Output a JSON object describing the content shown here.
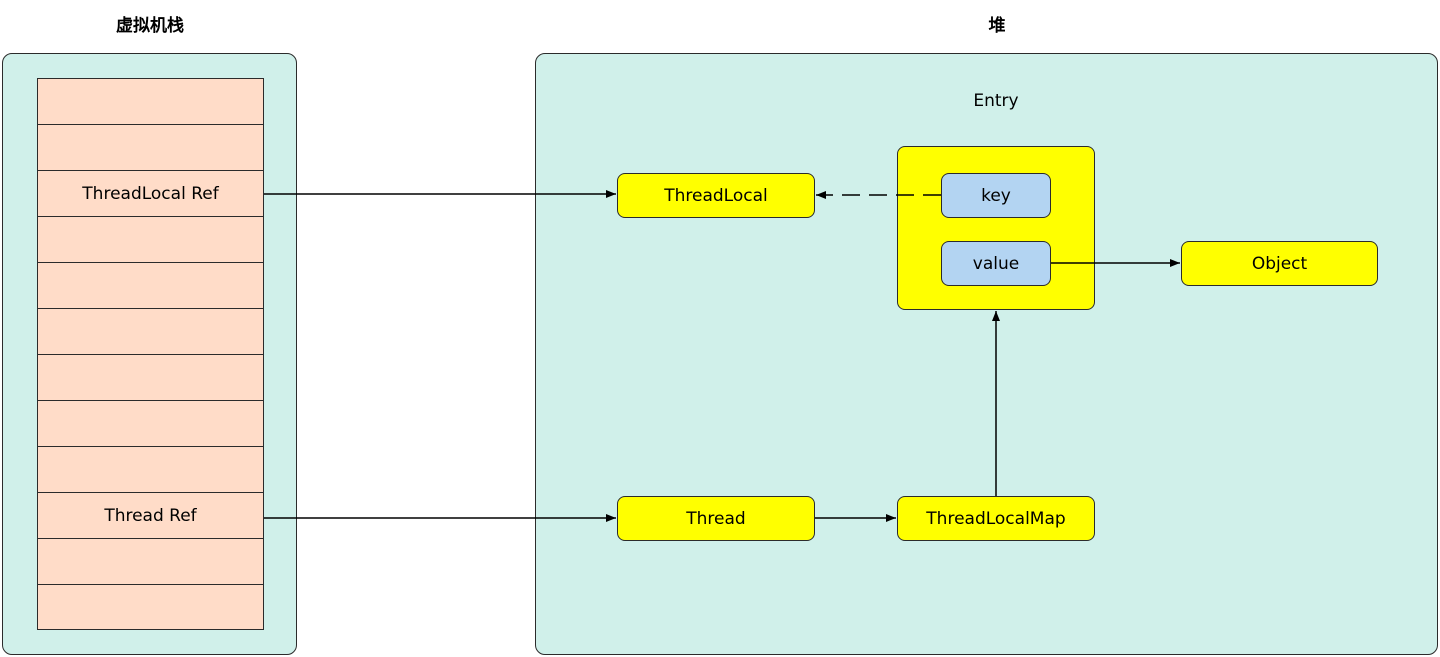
{
  "titles": {
    "stack": "虚拟机栈",
    "heap": "堆"
  },
  "stack_frames": [
    "",
    "",
    "ThreadLocal Ref",
    "",
    "",
    "",
    "",
    "",
    "",
    "Thread Ref",
    "",
    ""
  ],
  "heap": {
    "entry_label": "Entry",
    "threadlocal": "ThreadLocal",
    "key": "key",
    "value": "value",
    "object": "Object",
    "thread": "Thread",
    "threadlocalmap": "ThreadLocalMap"
  },
  "colors": {
    "panel": "#d0f0ea",
    "stack_frame": "#ffdcc8",
    "object_box": "#ffff00",
    "entry_field": "#b3d4f2",
    "line": "#000000"
  }
}
